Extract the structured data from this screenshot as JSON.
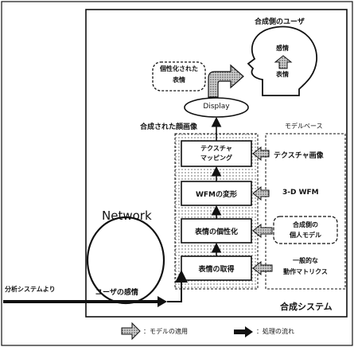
{
  "diagram": {
    "user_side_title": "合成側のユーザ",
    "head_emotion_top": "感情",
    "head_emotion_bottom": "表情",
    "personalized_expression_line1": "個性化された",
    "personalized_expression_line2": "表情",
    "display_label": "Display",
    "synthesized_face_label": "合成された顔画像",
    "model_base_label": "モデルベース",
    "process_steps": [
      {
        "label_line1": "テクスチャ",
        "label_line2": "マッピング"
      },
      {
        "label_line1": "WFMの変形",
        "label_line2": ""
      },
      {
        "label_line1": "表情の個性化",
        "label_line2": ""
      },
      {
        "label_line1": "表情の取得",
        "label_line2": ""
      }
    ],
    "models": [
      {
        "label_line1": "テクスチャ画像",
        "label_line2": ""
      },
      {
        "label_line1": "3-D WFM",
        "label_line2": ""
      },
      {
        "label_line1": "合成側の",
        "label_line2": "個人モデル"
      },
      {
        "label_line1": "一般的な",
        "label_line2": "動作マトリクス"
      }
    ],
    "network_label": "Network",
    "user_emotion_label": "ユーザの感情",
    "from_analysis_label": "分析システムより",
    "synthesis_system_label": "合成システム",
    "legend": {
      "model_application": "：モデルの適用",
      "process_flow": "：処理の流れ"
    }
  }
}
